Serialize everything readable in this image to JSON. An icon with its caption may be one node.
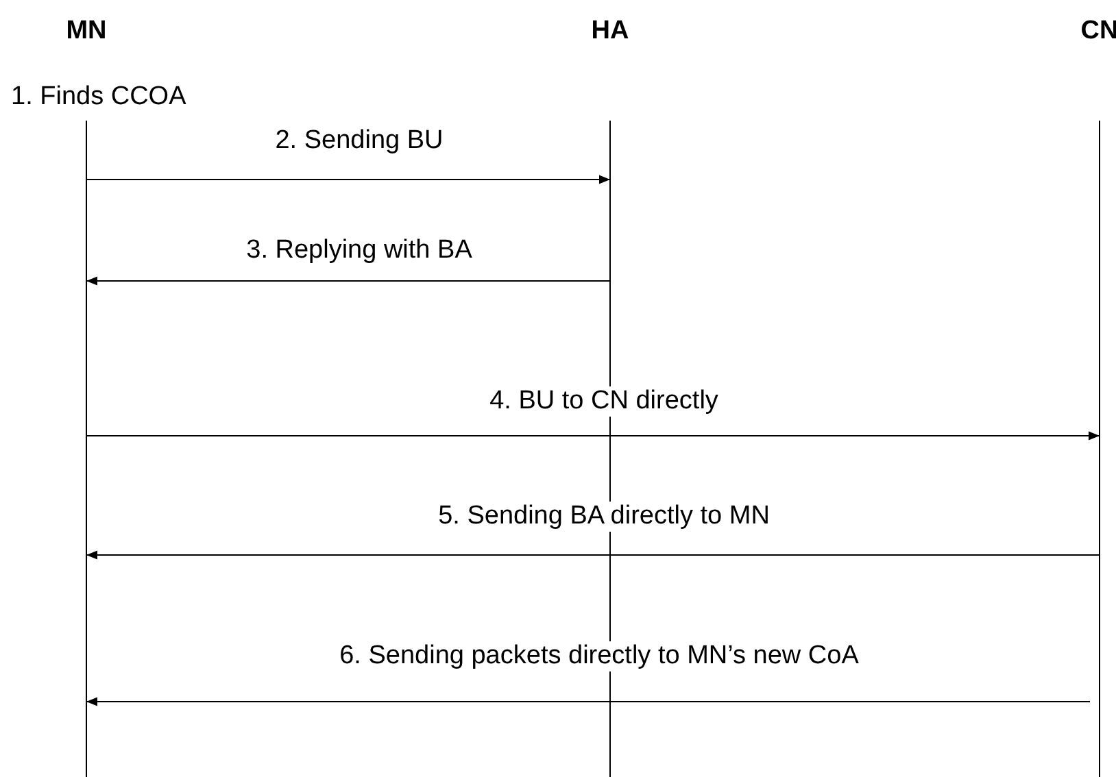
{
  "diagram": {
    "nodes": [
      {
        "text": [
          "MN"
        ]
      },
      {
        "text": [
          "HA"
        ]
      },
      {
        "text": [
          "CN"
        ]
      }
    ],
    "edges": [
      {
        "from": 0,
        "to": 1,
        "arrow": "to",
        "label": "2. Sending BU"
      },
      {
        "from": 1,
        "to": 0,
        "arrow": "to",
        "label": "3. Replying with BA"
      },
      {
        "from": 0,
        "to": 2,
        "arrow": "to",
        "label": "4. BU to CN directly"
      },
      {
        "from": 2,
        "to": 0,
        "arrow": "to",
        "label": "5. Sending BA directly to MN"
      },
      {
        "from": 2,
        "to": 0,
        "arrow": "to",
        "label": "6. Sending packets directly to MN’s new CoA"
      }
    ],
    "labels": [
      "1. Finds CCOA"
    ]
  }
}
